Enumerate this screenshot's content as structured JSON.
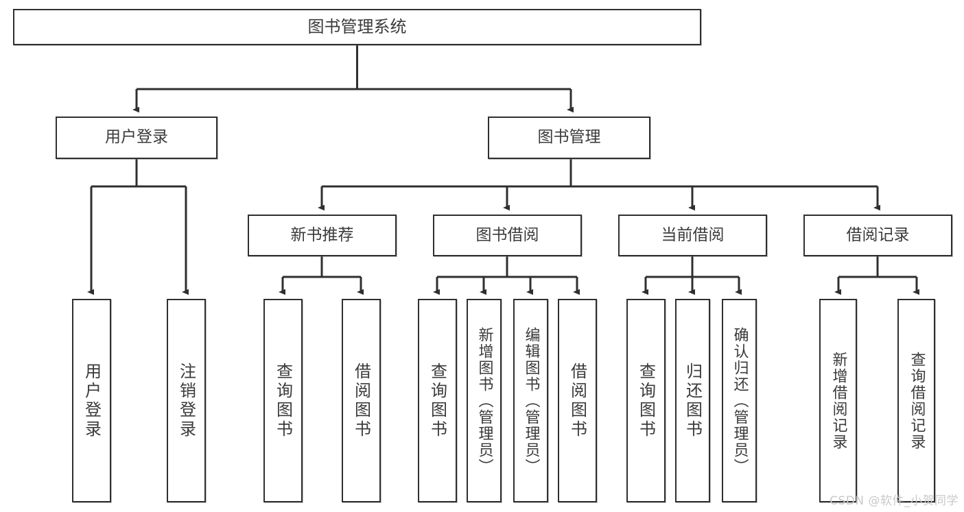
{
  "diagram": {
    "title": "图书管理系统",
    "type": "tree",
    "watermark": "CSDN @软件_小贺同学",
    "colors": {
      "stroke": "#2f2f2f",
      "fill": "#ffffff",
      "text": "#3a3a3a",
      "watermark": "#c9c9c9"
    },
    "nodes": {
      "root": {
        "label": "图书管理系统"
      },
      "level2": [
        {
          "id": "user-login",
          "label": "用户登录"
        },
        {
          "id": "book-manage",
          "label": "图书管理"
        }
      ],
      "level3": [
        {
          "id": "new-book-recommend",
          "label": "新书推荐"
        },
        {
          "id": "book-borrow",
          "label": "图书借阅"
        },
        {
          "id": "current-borrow",
          "label": "当前借阅"
        },
        {
          "id": "borrow-record",
          "label": "借阅记录"
        }
      ],
      "leaves": {
        "user_login": [
          {
            "id": "leaf-user-login",
            "label": "用户登录"
          },
          {
            "id": "leaf-logout-login",
            "label": "注销登录"
          }
        ],
        "new_book_recommend": [
          {
            "id": "leaf-query-book-1",
            "label": "查询图书"
          },
          {
            "id": "leaf-borrow-book-1",
            "label": "借阅图书"
          }
        ],
        "book_borrow": [
          {
            "id": "leaf-query-book-2",
            "label": "查询图书"
          },
          {
            "id": "leaf-add-book",
            "label": "新增图书（管理员）"
          },
          {
            "id": "leaf-edit-book",
            "label": "编辑图书（管理员）"
          },
          {
            "id": "leaf-borrow-book-2",
            "label": "借阅图书"
          }
        ],
        "current_borrow": [
          {
            "id": "leaf-query-book-3",
            "label": "查询图书"
          },
          {
            "id": "leaf-return-book",
            "label": "归还图书"
          },
          {
            "id": "leaf-confirm-return",
            "label": "确认归还（管理员）"
          }
        ],
        "borrow_record": [
          {
            "id": "leaf-add-record",
            "label": "新增借阅记录"
          },
          {
            "id": "leaf-query-record",
            "label": "查询借阅记录"
          }
        ]
      }
    }
  }
}
